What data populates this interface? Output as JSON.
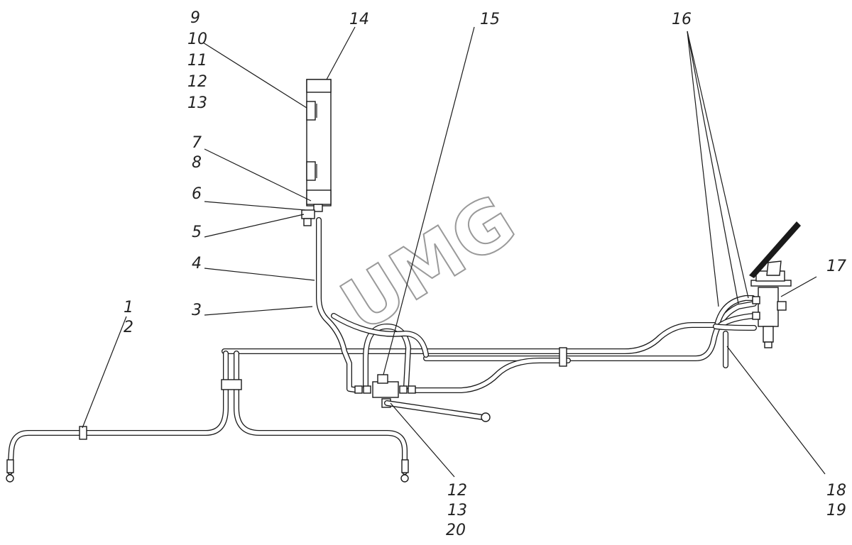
{
  "watermark": "UMG",
  "callouts": {
    "c9_13": [
      "9",
      "10",
      "11",
      "12",
      "13"
    ],
    "c14": "14",
    "c15": "15",
    "c16": "16",
    "c7_8": [
      "7",
      "8"
    ],
    "c6": "6",
    "c5": "5",
    "c4": "4",
    "c3": "3",
    "c1_2": [
      "1",
      "2"
    ],
    "c17": "17",
    "c12_20": [
      "12",
      "13",
      "20"
    ],
    "c18_19": [
      "18",
      "19"
    ]
  }
}
